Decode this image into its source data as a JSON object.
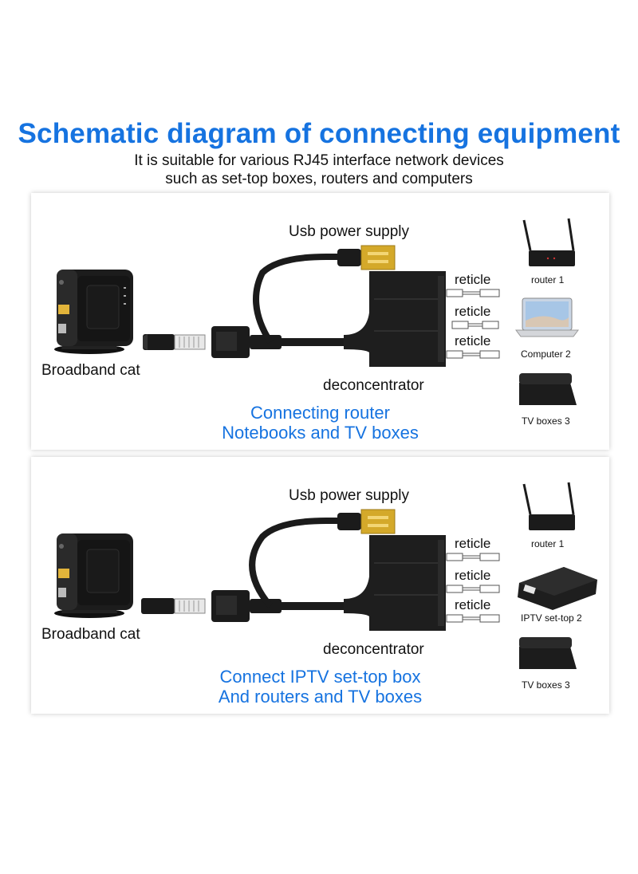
{
  "header": {
    "title": "Schematic diagram of connecting equipment",
    "subtitle_line1": "It is suitable for various RJ45 interface network devices",
    "subtitle_line2": "such as set-top boxes, routers and computers"
  },
  "panels": [
    {
      "usb_label": "Usb power supply",
      "source_label": "Broadband cat",
      "hub_label": "deconcentrator",
      "port_labels": [
        "reticle",
        "reticle",
        "reticle"
      ],
      "devices": [
        {
          "label": "router 1",
          "icon": "router-icon"
        },
        {
          "label": "Computer 2",
          "icon": "laptop-icon"
        },
        {
          "label": "TV boxes 3",
          "icon": "tv-box-icon"
        }
      ],
      "caption_line1": "Connecting router",
      "caption_line2": "Notebooks and TV boxes"
    },
    {
      "usb_label": "Usb power supply",
      "source_label": "Broadband cat",
      "hub_label": "deconcentrator",
      "port_labels": [
        "reticle",
        "reticle",
        "reticle"
      ],
      "devices": [
        {
          "label": "router 1",
          "icon": "router-icon"
        },
        {
          "label": "IPTV set-top 2",
          "icon": "set-top-box-icon"
        },
        {
          "label": "TV boxes 3",
          "icon": "tv-box-icon"
        }
      ],
      "caption_line1": "Connect IPTV set-top box",
      "caption_line2": "And routers and TV boxes"
    }
  ],
  "colors": {
    "title_blue": "#1673e0",
    "device_black": "#1b1b1b",
    "usb_gold": "#d4a92a"
  }
}
